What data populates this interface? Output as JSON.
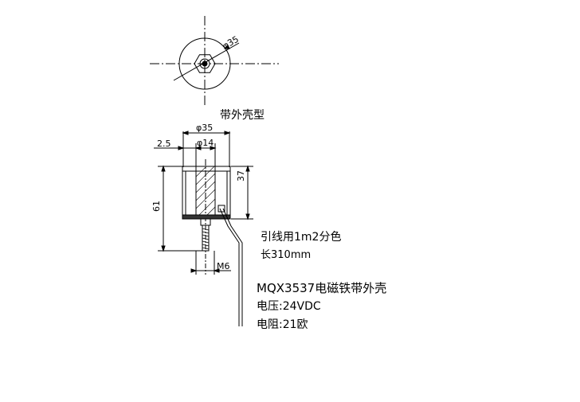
{
  "top_view": {
    "caption": "带外壳型",
    "diameter_label": "φ35"
  },
  "side_view": {
    "dim_outer_diameter": "φ35",
    "dim_wall": "2.5",
    "dim_inner_diameter": "φ14",
    "dim_body_height": "37",
    "dim_total_height": "61",
    "dim_thread": "M6"
  },
  "notes": {
    "lead_wire": "引线用1m2分色",
    "lead_length": "长310mm",
    "model": "MQX3537电磁铁带外壳",
    "voltage": "电压:24VDC",
    "resistance": "电阻:21欧"
  }
}
